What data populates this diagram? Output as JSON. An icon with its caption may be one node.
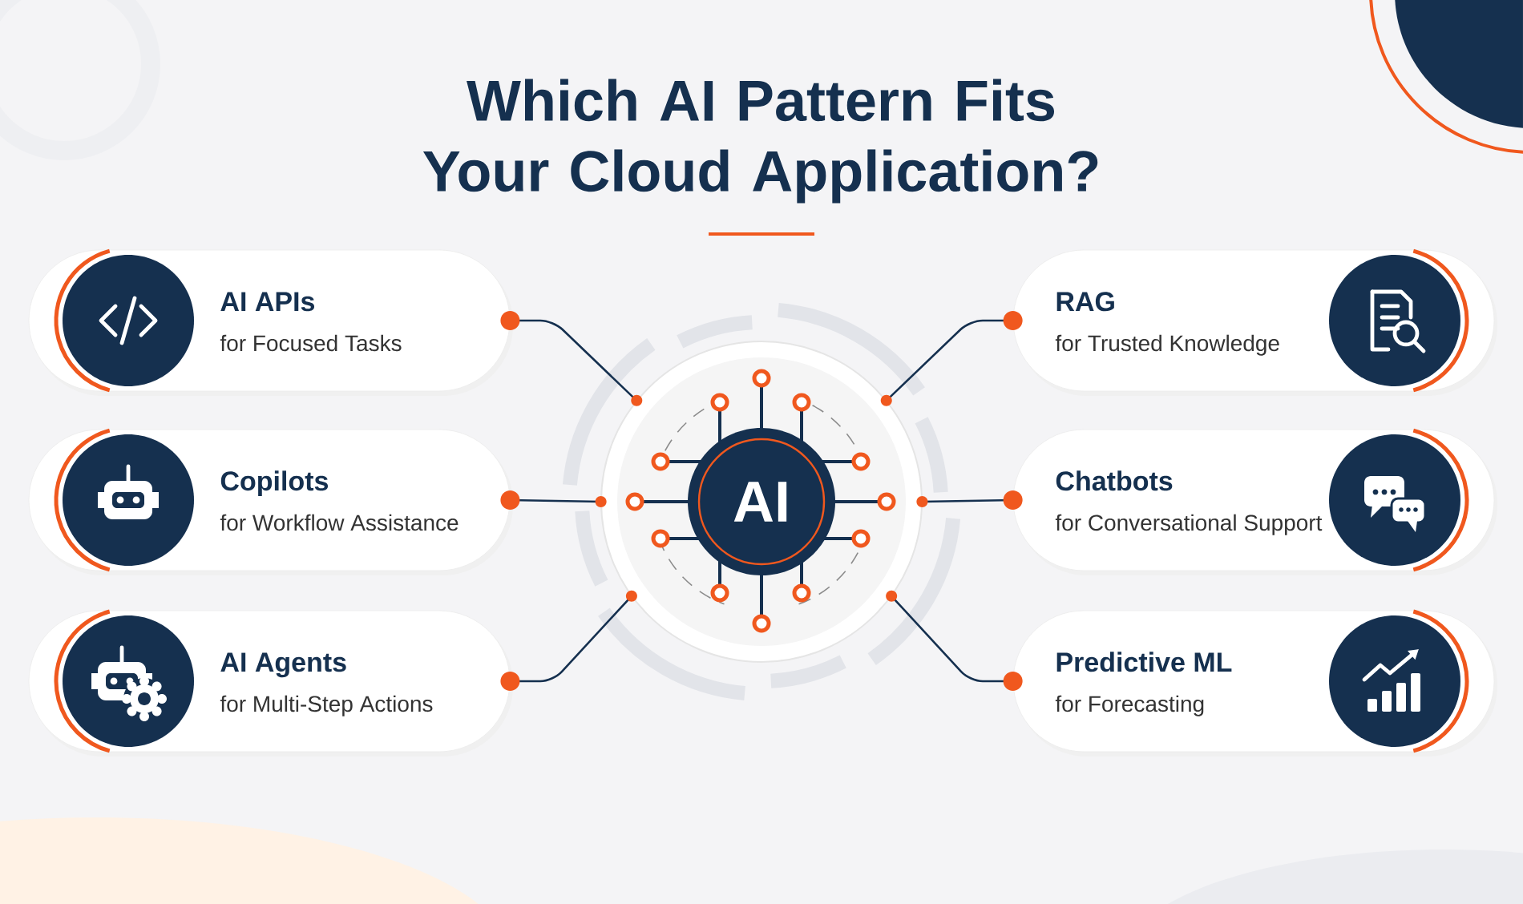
{
  "diagram": {
    "title": "Which AI Pattern Fits Your Cloud Application?",
    "nodes": [
      {
        "text": [
          "AI APIs",
          "for Focused Tasks"
        ]
      },
      {
        "text": [
          "RAG",
          "for Trusted Knowledge"
        ]
      },
      {
        "text": [
          "Copilots",
          "for Workflow Assistance"
        ]
      },
      {
        "text": [
          "AI"
        ]
      },
      {
        "text": [
          "Chatbots",
          "for Conversational Support"
        ]
      },
      {
        "text": [
          "AI Agents",
          "for Multi-Step Actions"
        ]
      },
      {
        "text": [
          "Predictive ML",
          "for Forecasting"
        ]
      }
    ],
    "edges": [
      {
        "from": 0,
        "to": 3,
        "arrow": "other"
      },
      {
        "from": 1,
        "to": 3,
        "arrow": "other"
      },
      {
        "from": 2,
        "to": 3,
        "arrow": "other"
      },
      {
        "from": 4,
        "to": 3,
        "arrow": "other"
      },
      {
        "from": 5,
        "to": 3,
        "arrow": "other"
      },
      {
        "from": 6,
        "to": 3,
        "arrow": "other"
      }
    ]
  }
}
